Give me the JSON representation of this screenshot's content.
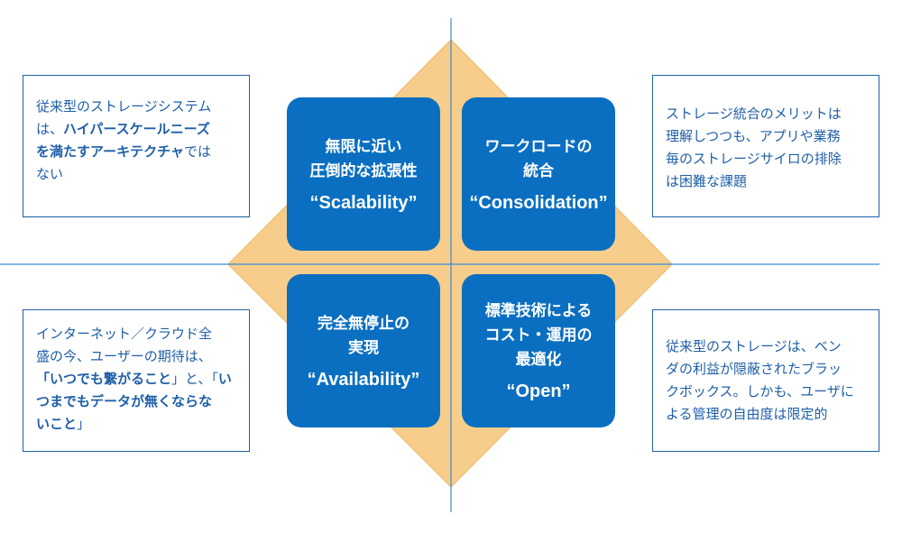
{
  "colors": {
    "tile": "#0b6fc1",
    "diamond": "#f7cd8b",
    "diamond_edge": "#f1b862",
    "axis": "#3a8ad6",
    "note_text": "#1f5fa8",
    "note_border": "#1f5fa8"
  },
  "tiles": {
    "top_left": {
      "line1": "無限に近い",
      "line2": "圧倒的な拡張性",
      "en": "“Scalability”"
    },
    "top_right": {
      "line1": "ワークロードの",
      "line2": "統合",
      "en": "“Consolidation”"
    },
    "bottom_left": {
      "line1": "完全無停止の",
      "line2": "実現",
      "en": "“Availability”"
    },
    "bottom_right": {
      "line1": "標準技術による",
      "line2": "コスト・運用の",
      "line3": "最適化",
      "en": "“Open”"
    }
  },
  "notes": {
    "top_left": {
      "l1": "従来型のストレージシステム",
      "l2a": "は、",
      "l2b": "ハイパースケールニーズ",
      "l3a": "を満たすアーキテクチャ",
      "l3b": "では",
      "l4": "ない"
    },
    "top_right": {
      "l1": "ストレージ統合のメリットは",
      "l2": "理解しつつも、アプリや業務",
      "l3": "毎のストレージサイロの排除",
      "l4": "は困難な課題"
    },
    "bottom_left": {
      "l1": "インターネット／クラウド全",
      "l2": "盛の今、ユーザーの期待は、",
      "l3a": "「いつでも繋がること",
      "l3b": "」と、「",
      "l3c": "い",
      "l4": "つまでもデータが無くならな",
      "l5a": "いこと",
      "l5b": "」"
    },
    "bottom_right": {
      "l1": "従来型のストレージは、ベン",
      "l2": "ダの利益が隠蔽されたブラッ",
      "l3": "クボックス。しかも、ユーザに",
      "l4": "よる管理の自由度は限定的"
    }
  }
}
